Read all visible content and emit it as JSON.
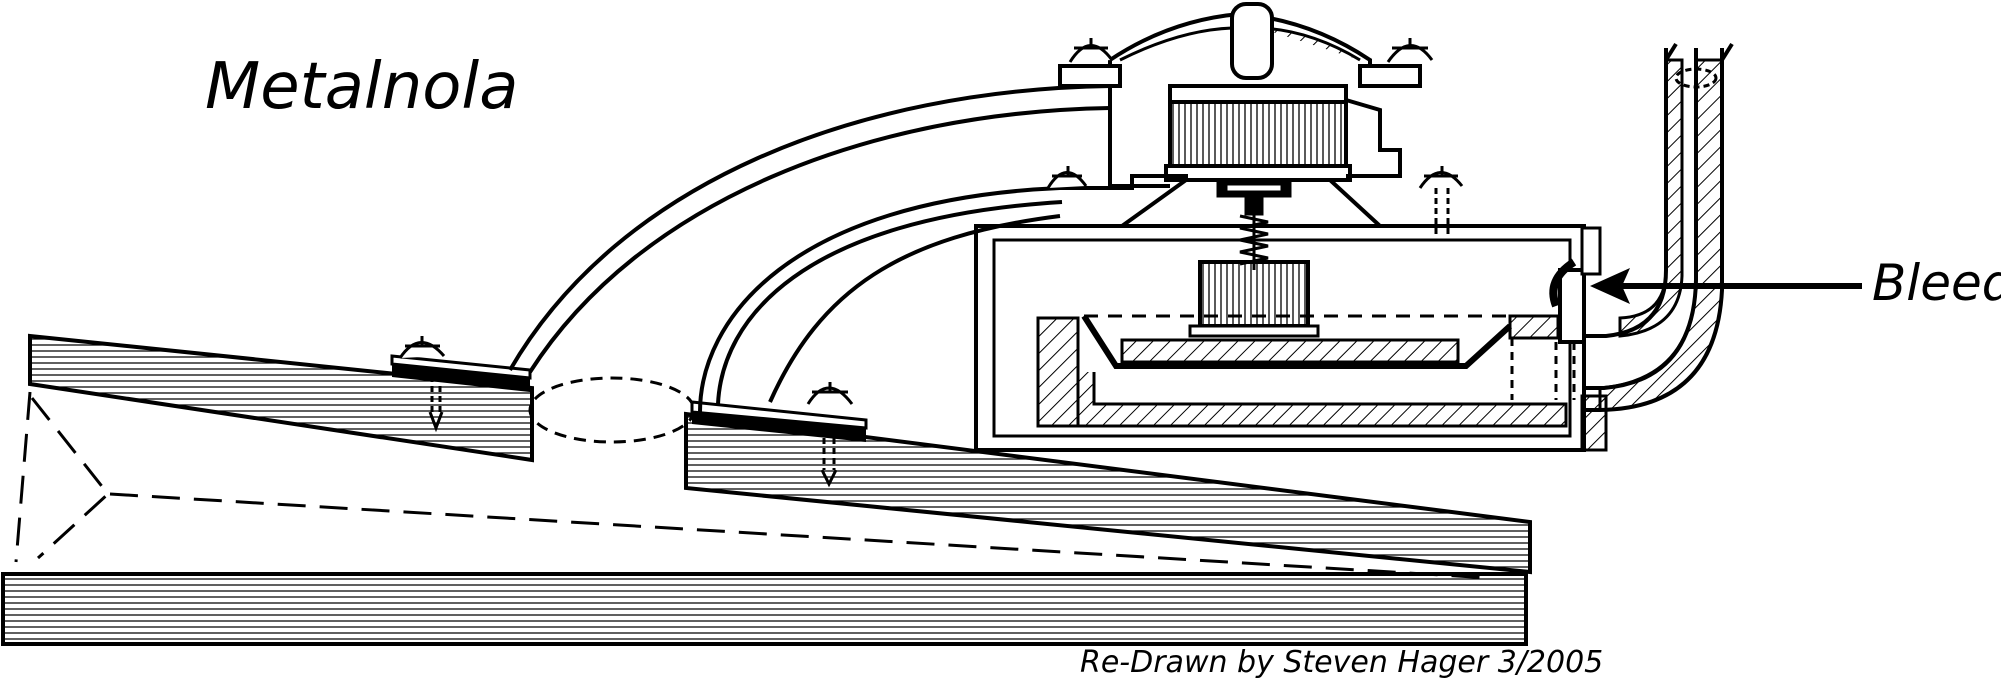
{
  "diagram": {
    "title": "Metalnola",
    "callouts": {
      "bleed": "Bleed"
    },
    "credit": "Re-Drawn by Steven Hager 3/2005"
  },
  "colors": {
    "ink": "#000000",
    "background": "#ffffff"
  }
}
